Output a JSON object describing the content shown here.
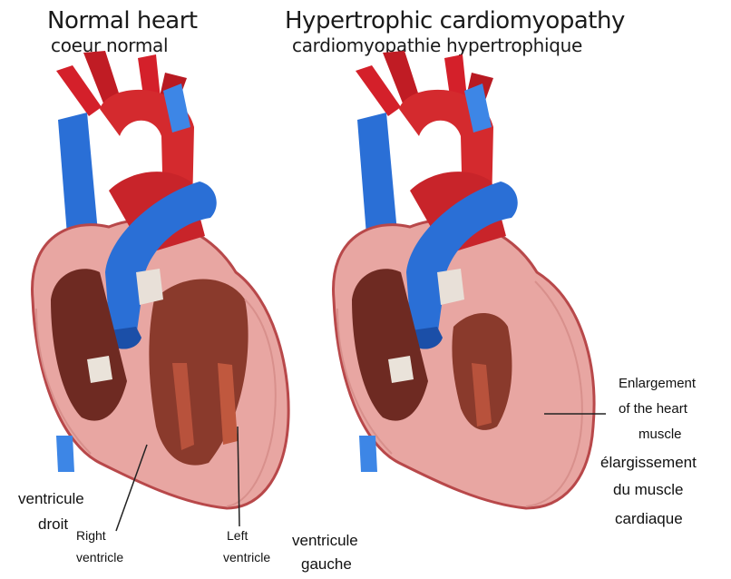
{
  "titles": {
    "normal_en": "Normal heart",
    "normal_fr": "coeur normal",
    "hcm_en": "Hypertrophic cardiomyopathy",
    "hcm_fr": "cardiomyopathie hypertrophique"
  },
  "labels": {
    "ventricule_droit_1": "ventricule",
    "ventricule_droit_2": "droit",
    "right_ventricle_1": "Right",
    "right_ventricle_2": "ventricle",
    "left_ventricle_1": "Left",
    "left_ventricle_2": "ventricle",
    "ventricule_gauche_1": "ventricule",
    "ventricule_gauche_2": "gauche",
    "enlargement_1": "Enlargement",
    "enlargement_2": "of the heart",
    "enlargement_3": "muscle",
    "elargissement_1": "élargissement",
    "elargissement_2": "du muscle",
    "elargissement_3": "cardiaque"
  },
  "colors": {
    "artery": "#d4202a",
    "vein": "#2a6fd6",
    "muscle": "#e8a6a2",
    "muscle_dark": "#b8484a",
    "interior": "#6e2a22"
  }
}
